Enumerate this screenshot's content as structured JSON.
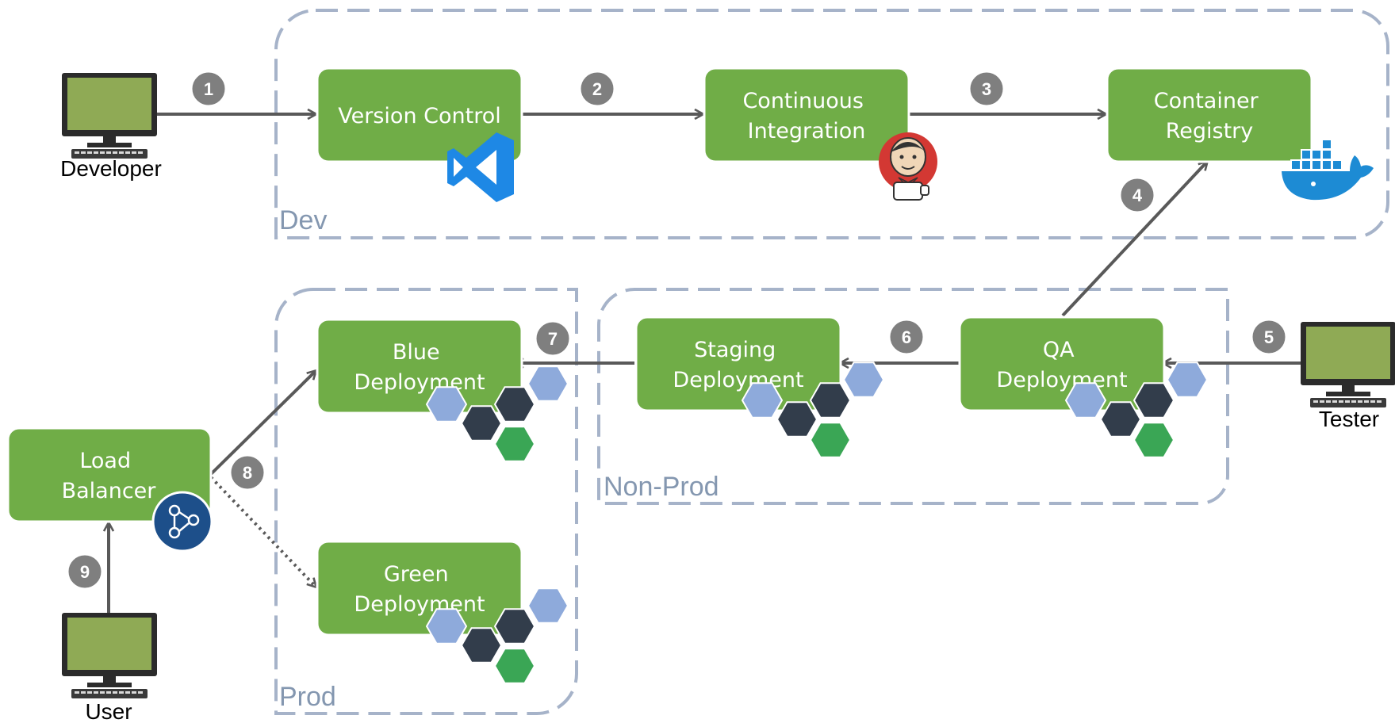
{
  "colors": {
    "box_fill": "#70ad47",
    "box_text": "#ffffff",
    "arrow": "#595959",
    "badge_fill": "#7f7f7f",
    "badge_text": "#ffffff",
    "zone_border": "#a6b3c9",
    "zone_label": "#8497b0",
    "hex_light": "#8eaadb",
    "hex_dark": "#323d4b",
    "hex_green": "#3aa655",
    "monitor_screen": "#8faa55",
    "lb_icon": "#1d4f8a"
  },
  "zones": {
    "dev": "Dev",
    "nonprod": "Non-Prod",
    "prod": "Prod"
  },
  "actors": {
    "developer": "Developer",
    "tester": "Tester",
    "user": "User"
  },
  "boxes": {
    "version_control": [
      "Version Control"
    ],
    "continuous_integration": [
      "Continuous",
      "Integration"
    ],
    "container_registry": [
      "Container",
      "Registry"
    ],
    "qa_deployment": [
      "QA",
      "Deployment"
    ],
    "staging_deployment": [
      "Staging",
      "Deployment"
    ],
    "blue_deployment": [
      "Blue",
      "Deployment"
    ],
    "green_deployment": [
      "Green",
      "Deployment"
    ],
    "load_balancer": [
      "Load",
      "Balancer"
    ]
  },
  "steps": [
    "1",
    "2",
    "3",
    "4",
    "5",
    "6",
    "7",
    "8",
    "9"
  ],
  "icons": {
    "version_control": "visual-studio-icon",
    "continuous_integration": "jenkins-icon",
    "container_registry": "docker-icon",
    "load_balancer": "network-hub-icon",
    "deployments": "hexagon-cluster-icon",
    "actors": "desktop-computer-icon"
  }
}
